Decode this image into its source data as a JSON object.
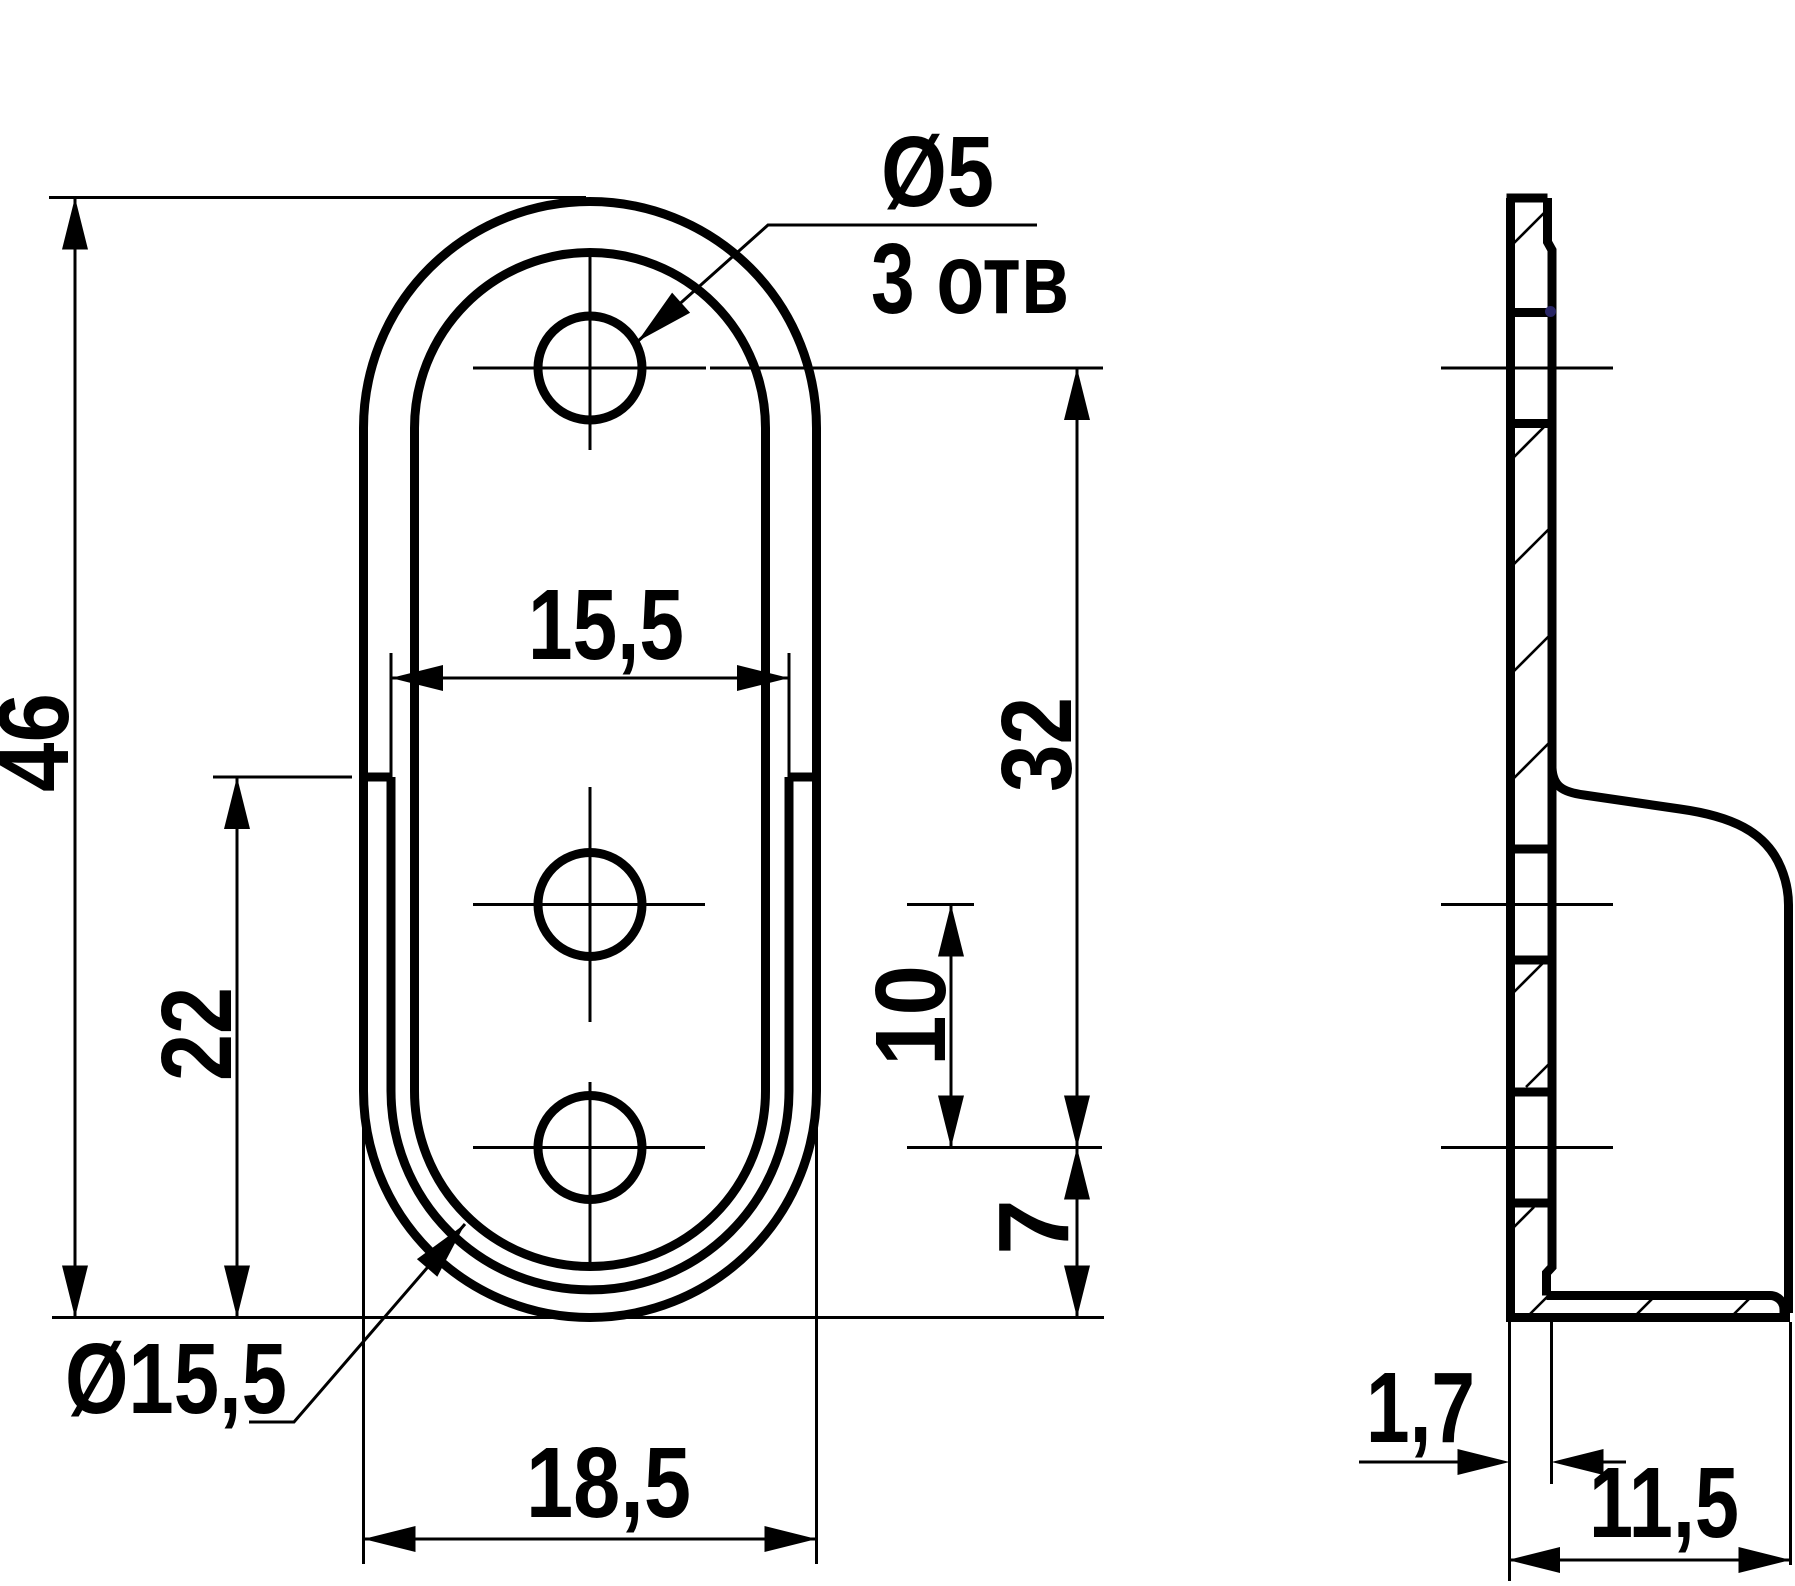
{
  "page": {
    "background": "#ffffff",
    "line_color": "#000000",
    "artifact_dot_color": "#2e2a72"
  },
  "drawing": {
    "type": "technical-drawing",
    "description": "Two-view engineering drawing of an oval wardrobe-rod bracket: front view (stadium-shaped plate with three holes) and side sectional view with hatching",
    "views": [
      {
        "id": "front-view",
        "name": "front view"
      },
      {
        "id": "side-view",
        "name": "side section view"
      }
    ],
    "dimensions": {
      "overall_height": {
        "label": "46",
        "value": 46,
        "unit": "mm"
      },
      "wall_height": {
        "label": "22",
        "value": 22,
        "unit": "mm"
      },
      "slot_width": {
        "label": "15,5",
        "value": 15.5,
        "unit": "mm"
      },
      "outer_width": {
        "label": "18,5",
        "value": 18.5,
        "unit": "mm"
      },
      "hole_span": {
        "label": "32",
        "value": 32,
        "unit": "mm"
      },
      "hole_gap": {
        "label": "10",
        "value": 10,
        "unit": "mm"
      },
      "hole_edge_offset": {
        "label": "7",
        "value": 7,
        "unit": "mm"
      },
      "thickness": {
        "label": "1,7",
        "value": 1.7,
        "unit": "mm"
      },
      "depth": {
        "label": "11,5",
        "value": 11.5,
        "unit": "mm"
      },
      "hole_diameter": {
        "label": "Ø5",
        "value": 5,
        "unit": "mm"
      },
      "hole_count_note": {
        "label": "3 отв",
        "value": 3
      },
      "rim_diameter": {
        "label": "Ø15,5",
        "value": 15.5,
        "unit": "mm"
      }
    }
  }
}
